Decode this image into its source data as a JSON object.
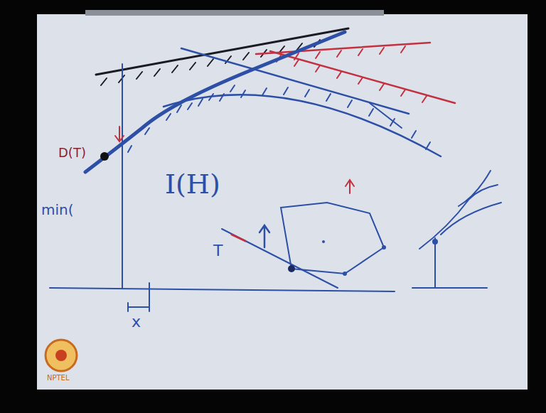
{
  "diagram": {
    "labels": [
      "D(T)",
      "I(H)",
      "min(",
      "T",
      "x",
      "NPTEL"
    ]
  }
}
